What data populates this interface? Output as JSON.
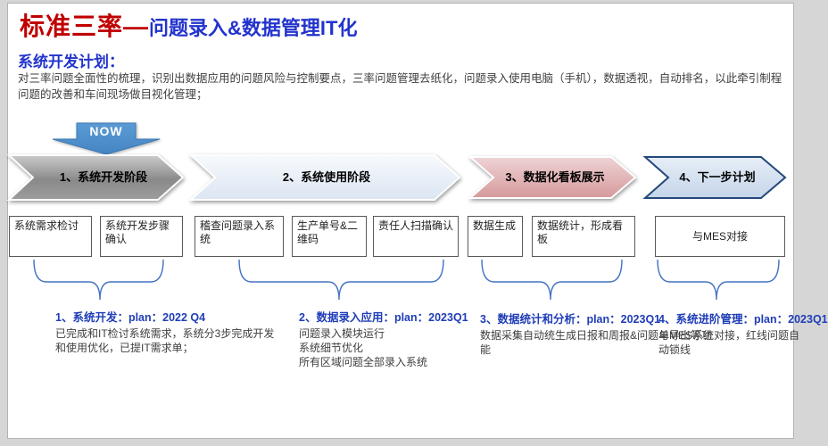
{
  "header": {
    "title_red": "标准三率—",
    "title_blue": "问题录入&数据管理IT化",
    "section_heading": "系统开发计划：",
    "description": "对三率问题全面性的梳理，识别出数据应用的问题风险与控制要点，三率问题管理去纸化，问题录入使用电脑（手机），数据透视，自动排名，以此牵引制程问题的改善和车间现场做目视化管理；"
  },
  "now_marker": {
    "label": "NOW"
  },
  "stages": [
    {
      "label": "1、系统开发阶段",
      "style": "gray-gradient"
    },
    {
      "label": "2、系统使用阶段",
      "style": "light-blue-gradient"
    },
    {
      "label": "3、数据化看板展示",
      "style": "pink-gradient"
    },
    {
      "label": "4、下一步计划",
      "style": "blue-outline"
    }
  ],
  "boxes": [
    {
      "label": "系统需求检讨"
    },
    {
      "label": "系统开发步骤确认"
    },
    {
      "label": "稽查问题录入系统"
    },
    {
      "label": "生产单号&二维码"
    },
    {
      "label": "责任人扫描确认"
    },
    {
      "label": "数据生成"
    },
    {
      "label": "数据统计，形成看板"
    },
    {
      "label": "与MES对接"
    }
  ],
  "plans": [
    {
      "heading": "1、系统开发：plan：2022 Q4",
      "body": "已完成和IT检讨系统需求，系统分3步完成开发和使用优化，已提IT需求单；"
    },
    {
      "heading": "2、数据录入应用：plan：2023Q1",
      "body": "问题录入模块运行\n系统细节优化\n所有区域问题全部录入系统"
    },
    {
      "heading": "3、数据统计和分析：plan：2023Q1",
      "body": "数据采集自动统生成日报和周报&问题单导出等功能"
    },
    {
      "heading": "4、系统进阶管理：plan：2023Q1",
      "body": "与MES系统对接，红线问题自动锁线"
    }
  ],
  "colors": {
    "title_red": "#c00000",
    "title_blue": "#2233cc",
    "plan_heading_blue": "#1f3db8",
    "now_arrow_blue": "#4e91cf",
    "brace_blue": "#4472c4",
    "stage1_gray_top": "#c9c9c9",
    "stage1_gray_bottom": "#7e7e7e",
    "stage2_blue_top": "#f7fafd",
    "stage2_blue_bottom": "#dbe5f1",
    "stage3_pink_top": "#eccfd0",
    "stage3_pink_bottom": "#d6999c",
    "stage4_fill_top": "#e3ebf5",
    "stage4_fill_bottom": "#c5d5ea",
    "stage4_border": "#23487a",
    "box_border": "#595959"
  }
}
